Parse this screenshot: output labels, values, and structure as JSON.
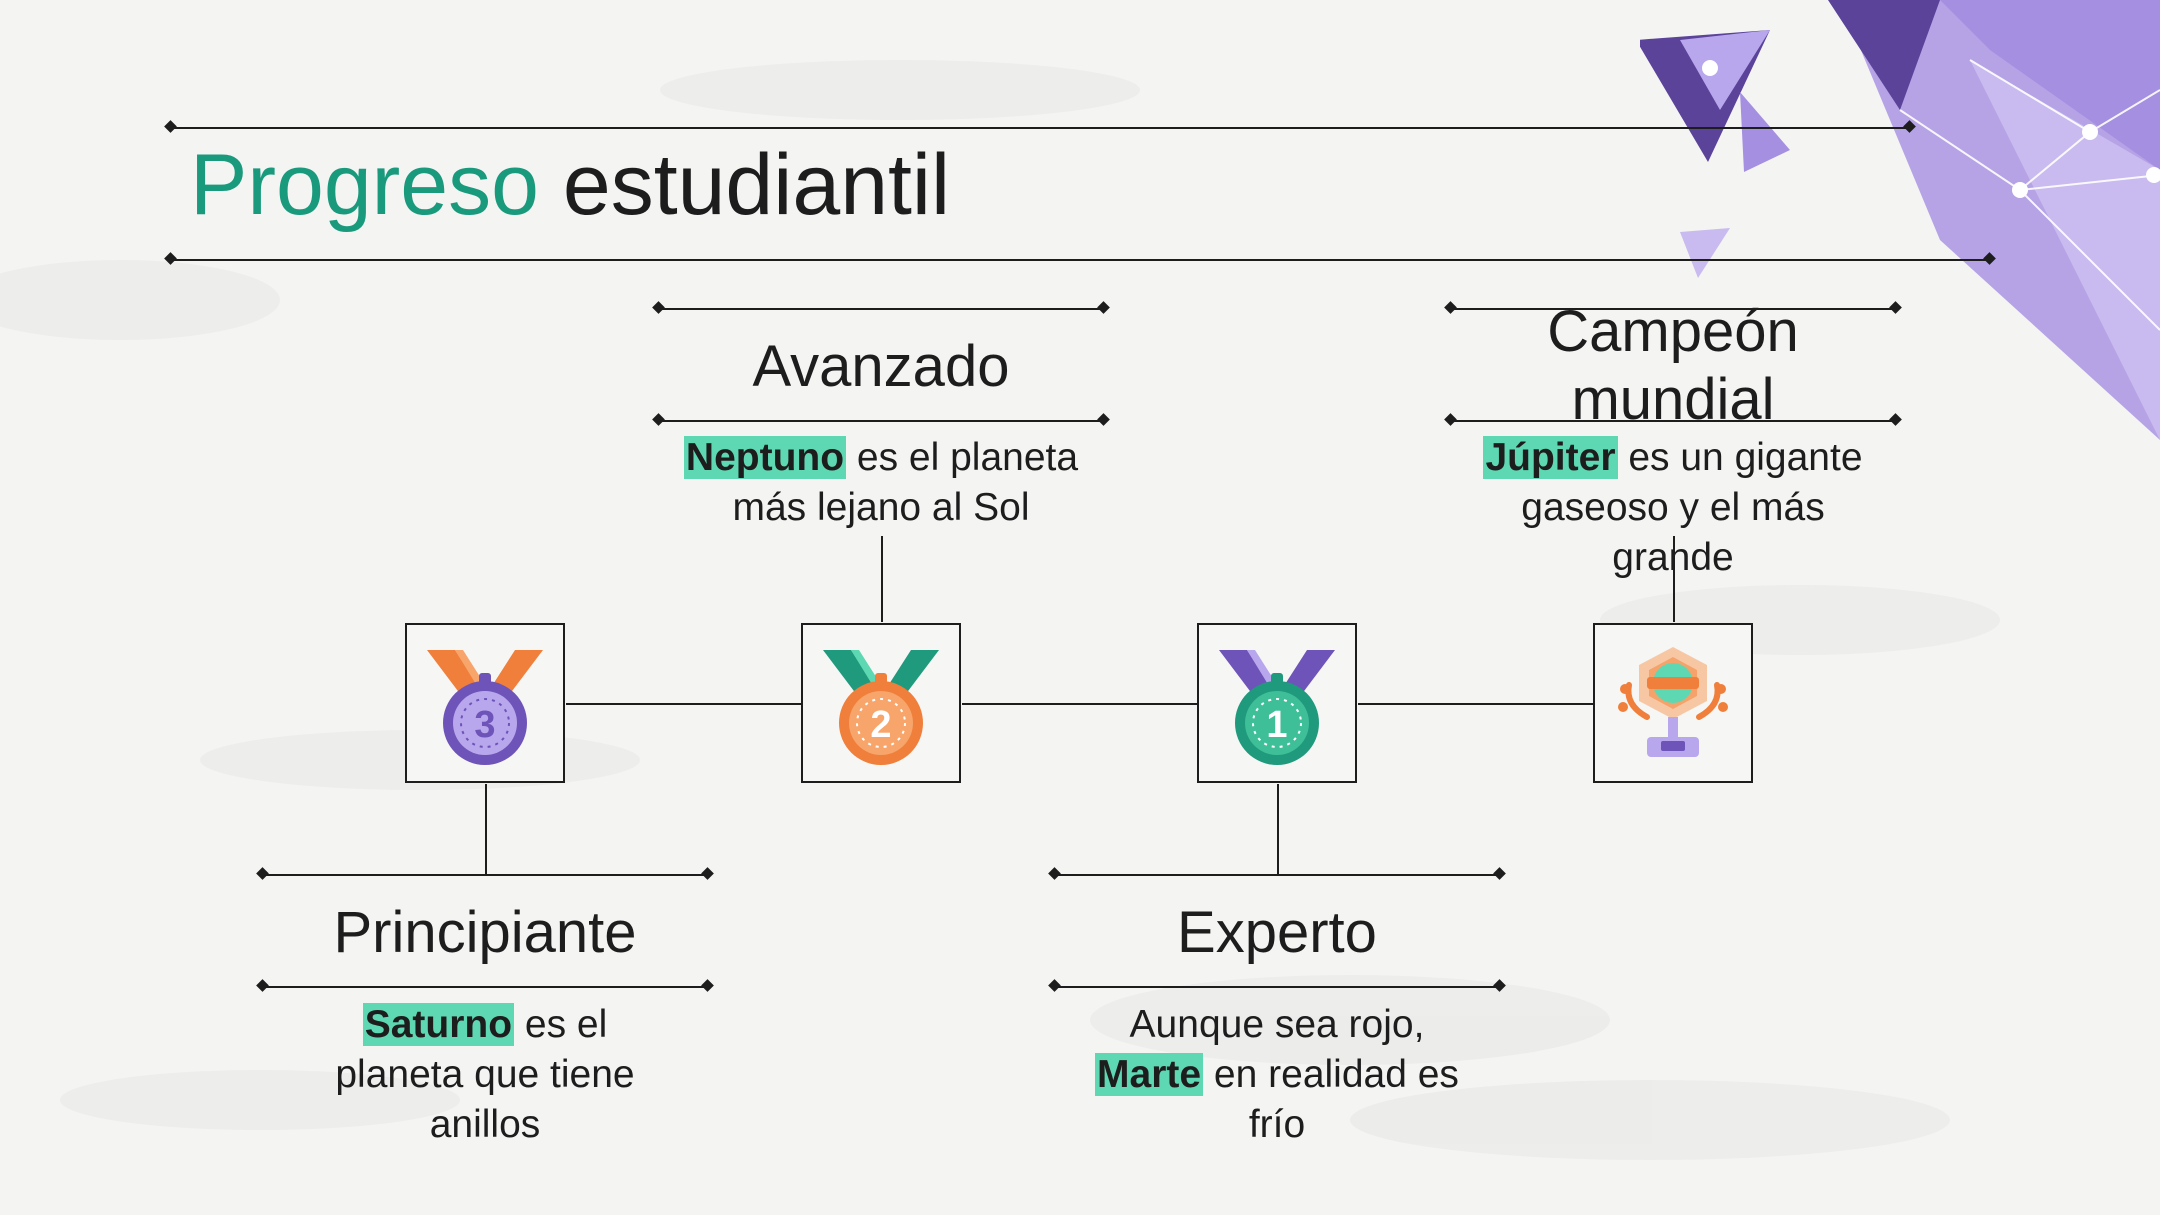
{
  "title": {
    "accent": "Progreso",
    "rest": "estudiantil"
  },
  "colors": {
    "accent": "#1a9a7c",
    "highlight": "#5dd8b3",
    "purple": "#7b62c9",
    "orange": "#ef7f3a",
    "teal": "#1f9a7c"
  },
  "levels": [
    {
      "label": "Principiante",
      "icon": "bronze-medal-3-icon",
      "desc": {
        "highlight": "Saturno",
        "pre": "",
        "post": " es el planeta que tiene anillos"
      }
    },
    {
      "label": "Avanzado",
      "icon": "silver-medal-2-icon",
      "desc": {
        "highlight": "Neptuno",
        "pre": "",
        "post": " es el planeta más lejano al Sol"
      }
    },
    {
      "label": "Experto",
      "icon": "gold-medal-1-icon",
      "desc": {
        "highlight": "Marte",
        "pre": "Aunque sea rojo, ",
        "post": " en realidad es frío"
      }
    },
    {
      "label": "Campeón mundial",
      "icon": "trophy-icon",
      "desc": {
        "highlight": "Júpiter",
        "pre": "",
        "post": " es un gigante gaseoso y el más grande"
      }
    }
  ]
}
